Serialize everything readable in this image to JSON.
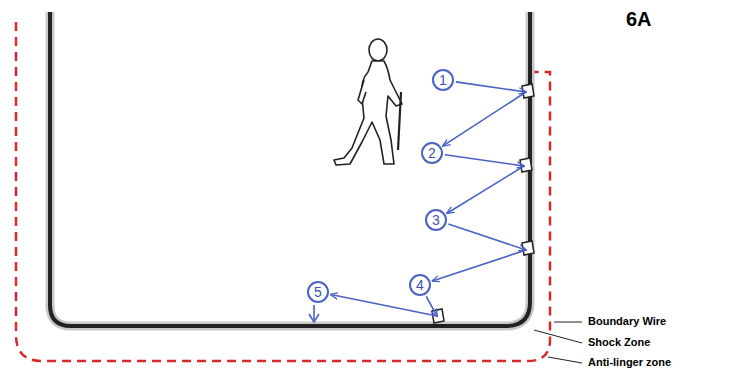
{
  "diagram": {
    "nodes": [
      {
        "text": [
          "1"
        ]
      },
      {
        "text": [
          "2"
        ]
      },
      {
        "text": [
          "3"
        ]
      },
      {
        "text": [
          "4"
        ]
      },
      {
        "text": [
          "5"
        ]
      }
    ],
    "edges": [
      {
        "from": 0,
        "to": 1,
        "arrow": "to"
      },
      {
        "from": 1,
        "to": 2,
        "arrow": "to"
      },
      {
        "from": 2,
        "to": 3,
        "arrow": "to"
      },
      {
        "from": 3,
        "to": 4,
        "arrow": "to"
      }
    ],
    "labels": [
      "6A",
      "Boundary Wire",
      "Shock Zone",
      "Anti-linger zone"
    ]
  }
}
